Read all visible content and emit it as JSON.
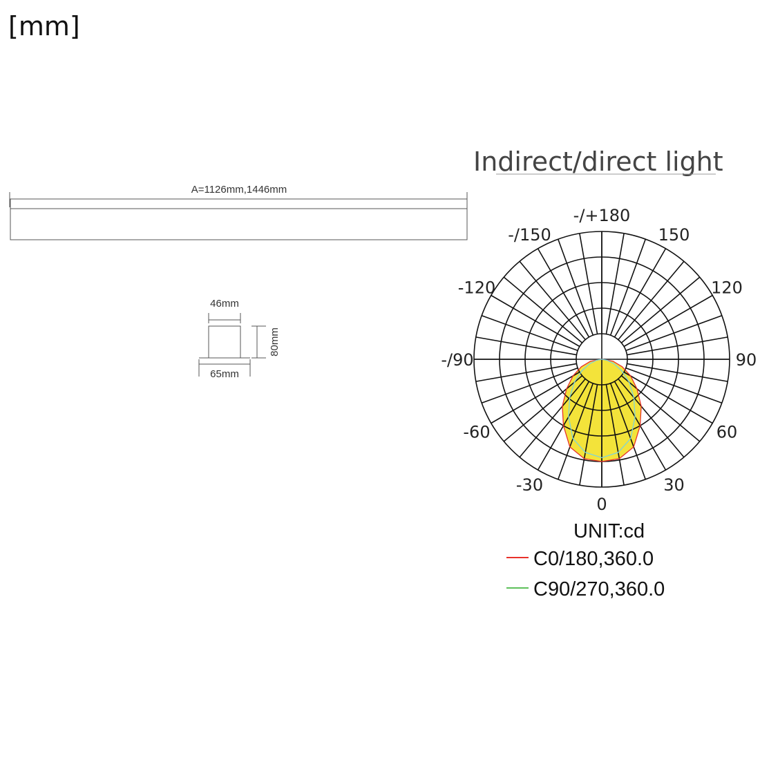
{
  "unit_label": "[mm]",
  "title": "Indirect/direct light",
  "side_view": {
    "length_label": "A=1126mm,1446mm"
  },
  "section_view": {
    "top_width": "46mm",
    "bottom_width": "65mm",
    "height": "80mm"
  },
  "chart_data": {
    "type": "polar",
    "title": "Indirect/direct light",
    "unit": "UNIT:cd",
    "angle_labels": [
      {
        "angle": 0,
        "label": "0"
      },
      {
        "angle": 30,
        "label": "30"
      },
      {
        "angle": -30,
        "label": "-30"
      },
      {
        "angle": 60,
        "label": "60"
      },
      {
        "angle": -60,
        "label": "-60"
      },
      {
        "angle": 90,
        "label": "90"
      },
      {
        "angle": -90,
        "label": "-/90"
      },
      {
        "angle": 120,
        "label": "120"
      },
      {
        "angle": -120,
        "label": "-120"
      },
      {
        "angle": 150,
        "label": "150"
      },
      {
        "angle": -150,
        "label": "-/150"
      },
      {
        "angle": 180,
        "label": "-/+180"
      }
    ],
    "rings": 5,
    "spoke_step_deg": 10,
    "series": [
      {
        "name": "C0/180,360.0",
        "color": "#e8312a",
        "fill": "#f3e33a",
        "angles": [
          0,
          10,
          20,
          30,
          40,
          50,
          60,
          70,
          80,
          90
        ],
        "values": [
          4.0,
          3.95,
          3.65,
          3.0,
          2.4,
          1.8,
          1.3,
          0.85,
          0.45,
          0.0
        ]
      },
      {
        "name": "C90/270,360.0",
        "color": "#5cc05a",
        "outline": "#7fd3d8",
        "angles": [
          0,
          10,
          20,
          30,
          40,
          50,
          60,
          70,
          80,
          90
        ],
        "values": [
          3.85,
          3.7,
          3.3,
          2.6,
          1.95,
          1.4,
          0.9,
          0.5,
          0.2,
          0.0
        ]
      }
    ]
  }
}
